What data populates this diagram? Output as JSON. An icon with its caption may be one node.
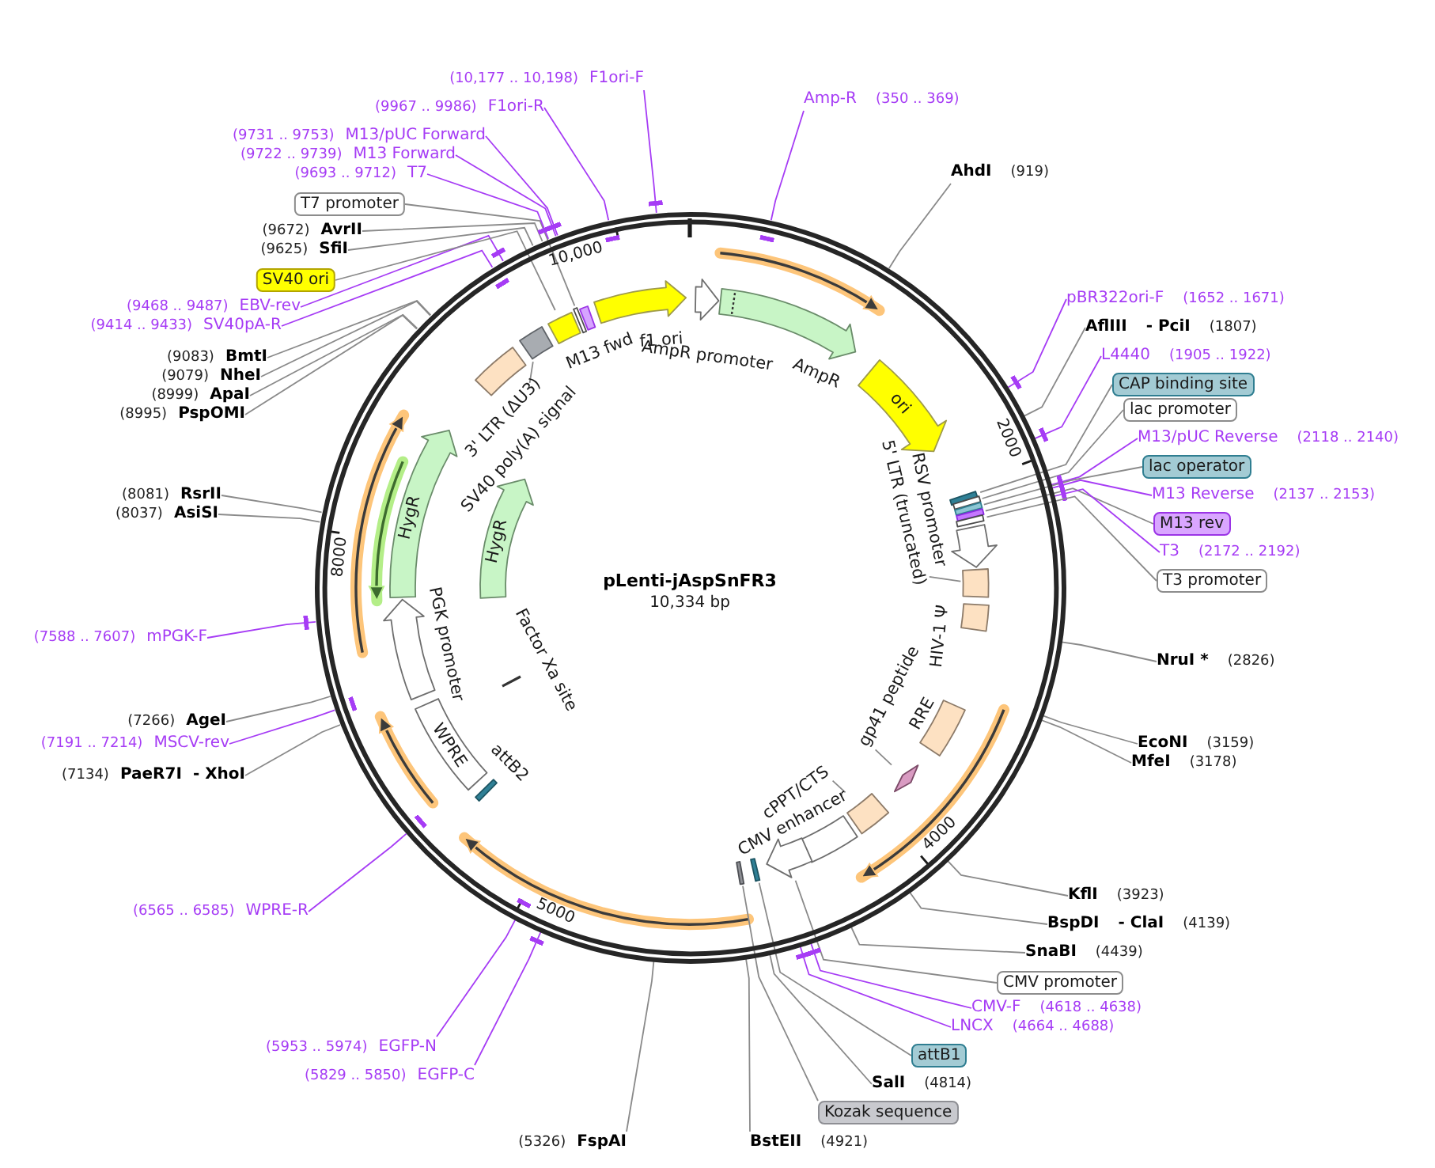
{
  "diagram": {
    "nodes": [
      {
        "text": [
          "pLenti-jAspSnFR3",
          "10,334 bp"
        ]
      },
      {
        "text": [
          "AmpR promoter"
        ],
        "in": 0
      },
      {
        "text": [
          "AmpR"
        ],
        "in": 0
      },
      {
        "text": [
          "ori"
        ],
        "in": 0
      },
      {
        "text": [],
        "shape": "bar",
        "in": 0
      },
      {
        "text": [],
        "shape": "bar",
        "in": 0
      },
      {
        "text": [],
        "shape": "bar",
        "in": 0
      },
      {
        "text": [],
        "shape": "bar",
        "in": 0
      },
      {
        "text": [],
        "shape": "bar",
        "in": 0
      },
      {
        "text": [
          "RSV promoter"
        ],
        "in": 0
      },
      {
        "text": [
          "5' LTR (truncated)"
        ],
        "in": 0
      },
      {
        "text": [],
        "shape": "box",
        "in": 0
      },
      {
        "text": [
          "HIV-1 Ψ"
        ],
        "in": 0
      },
      {
        "text": [
          "RRE"
        ],
        "in": 0
      },
      {
        "text": [
          "gp41 peptide"
        ],
        "in": 0
      },
      {
        "text": [],
        "shape": "diamond",
        "in": 0
      },
      {
        "text": [
          "cPPT/CTS"
        ],
        "in": 0
      },
      {
        "text": [],
        "shape": "box",
        "in": 0
      },
      {
        "text": [
          "CMV enhancer"
        ],
        "in": 0
      },
      {
        "text": [],
        "shape": "arrow",
        "in": 0
      },
      {
        "text": [],
        "shape": "bar",
        "in": 0
      },
      {
        "text": [],
        "shape": "bar",
        "in": 0
      },
      {
        "text": [
          "attB2"
        ],
        "in": 0
      },
      {
        "text": [
          "WPRE"
        ],
        "in": 0
      },
      {
        "text": [
          "Factor Xa site"
        ],
        "in": 0
      },
      {
        "text": [
          "PGK promoter"
        ],
        "in": 0
      },
      {
        "text": [
          "HygR"
        ],
        "in": 0
      },
      {
        "text": [
          "HygR"
        ],
        "in": 0
      },
      {
        "text": [
          "3' LTR (ΔU3)"
        ],
        "in": 0
      },
      {
        "text": [
          "SV40 poly(A) signal"
        ],
        "in": 0
      },
      {
        "text": [],
        "shape": "box",
        "in": 0
      },
      {
        "text": [],
        "shape": "box",
        "in": 0
      },
      {
        "text": [],
        "shape": "bar",
        "in": 0
      },
      {
        "text": [
          "M13 fwd"
        ],
        "in": 0
      },
      {
        "text": [
          "f1 ori"
        ],
        "in": 0
      },
      {
        "text": [
          "Amp-R",
          "(350 .. 369)"
        ]
      },
      {
        "text": [
          "AhdI",
          "(919)"
        ]
      },
      {
        "text": [
          "pBR322ori-F",
          "(1652 .. 1671)"
        ]
      },
      {
        "text": [
          "AflIII",
          "- PciI",
          "(1807)"
        ]
      },
      {
        "text": [
          "L4440",
          "(1905 .. 1922)"
        ]
      },
      {
        "text": [
          "CAP binding site"
        ]
      },
      {
        "text": [
          "lac promoter"
        ]
      },
      {
        "text": [
          "M13/pUC Reverse",
          "(2118 .. 2140)"
        ]
      },
      {
        "text": [
          "lac operator"
        ]
      },
      {
        "text": [
          "M13 Reverse",
          "(2137 .. 2153)"
        ]
      },
      {
        "text": [
          "M13 rev"
        ]
      },
      {
        "text": [
          "T3",
          "(2172 .. 2192)"
        ]
      },
      {
        "text": [
          "T3 promoter"
        ]
      },
      {
        "text": [
          "NruI *",
          "(2826)"
        ]
      },
      {
        "text": [
          "EcoNI",
          "(3159)"
        ]
      },
      {
        "text": [
          "MfeI",
          "(3178)"
        ]
      },
      {
        "text": [
          "KflI",
          "(3923)"
        ]
      },
      {
        "text": [
          "BspDI",
          "- ClaI",
          "(4139)"
        ]
      },
      {
        "text": [
          "SnaBI",
          "(4439)"
        ]
      },
      {
        "text": [
          "CMV promoter"
        ]
      },
      {
        "text": [
          "CMV-F",
          "(4618 .. 4638)"
        ]
      },
      {
        "text": [
          "LNCX",
          "(4664 .. 4688)"
        ]
      },
      {
        "text": [
          "attB1"
        ]
      },
      {
        "text": [
          "SalI",
          "(4814)"
        ]
      },
      {
        "text": [
          "Kozak sequence"
        ]
      },
      {
        "text": [
          "BstEII",
          "(4921)"
        ]
      },
      {
        "text": [
          "(5326)",
          "FspAI"
        ]
      },
      {
        "text": [
          "(5829 .. 5850)",
          "EGFP-C"
        ]
      },
      {
        "text": [
          "(5953 .. 5974)",
          "EGFP-N"
        ]
      },
      {
        "text": [
          "(6565 .. 6585)",
          "WPRE-R"
        ]
      },
      {
        "text": [
          "(7134)",
          "PaeR7I",
          "- XhoI"
        ]
      },
      {
        "text": [
          "(7191 .. 7214)",
          "MSCV-rev"
        ]
      },
      {
        "text": [
          "(7266)",
          "AgeI"
        ]
      },
      {
        "text": [
          "(7588 .. 7607)",
          "mPGK-F"
        ]
      },
      {
        "text": [
          "(8037)",
          "AsiSI"
        ]
      },
      {
        "text": [
          "(8081)",
          "RsrII"
        ]
      },
      {
        "text": [
          "(8995)",
          "PspOMI"
        ]
      },
      {
        "text": [
          "(8999)",
          "ApaI"
        ]
      },
      {
        "text": [
          "(9079)",
          "NheI"
        ]
      },
      {
        "text": [
          "(9083)",
          "BmtI"
        ]
      },
      {
        "text": [
          "(9414 .. 9433)",
          "SV40pA-R"
        ]
      },
      {
        "text": [
          "(9468 .. 9487)",
          "EBV-rev"
        ]
      },
      {
        "text": [
          "SV40 ori"
        ]
      },
      {
        "text": [
          "(9625)",
          "SfiI"
        ]
      },
      {
        "text": [
          "(9672)",
          "AvrII"
        ]
      },
      {
        "text": [
          "T7 promoter"
        ]
      },
      {
        "text": [
          "(9693 .. 9712)",
          "T7"
        ]
      },
      {
        "text": [
          "(9722 .. 9739)",
          "M13 Forward"
        ]
      },
      {
        "text": [
          "(9731 .. 9753)",
          "M13/pUC Forward"
        ]
      },
      {
        "text": [
          "(9967 .. 9986)",
          "F1ori-R"
        ]
      },
      {
        "text": [
          "(10,177 .. 10,198)",
          "F1ori-F"
        ]
      }
    ],
    "edges": [
      {
        "from": 10,
        "to": 11,
        "arrow": "none"
      },
      {
        "from": 14,
        "to": 15,
        "arrow": "none"
      },
      {
        "from": 16,
        "to": 17,
        "arrow": "none"
      },
      {
        "from": 29,
        "to": 30,
        "arrow": "none"
      },
      {
        "from": 35,
        "to": 0,
        "arrow": "other",
        "color": "#a63cf5"
      },
      {
        "from": 36,
        "to": 0,
        "arrow": "none"
      },
      {
        "from": 37,
        "to": 0,
        "arrow": "other",
        "color": "#a63cf5"
      },
      {
        "from": 38,
        "to": 0,
        "arrow": "none"
      },
      {
        "from": 39,
        "to": 0,
        "arrow": "other",
        "color": "#a63cf5"
      },
      {
        "from": 40,
        "to": 4,
        "arrow": "none"
      },
      {
        "from": 41,
        "to": 5,
        "arrow": "none"
      },
      {
        "from": 42,
        "to": 0,
        "arrow": "other",
        "color": "#a63cf5"
      },
      {
        "from": 43,
        "to": 6,
        "arrow": "none"
      },
      {
        "from": 44,
        "to": 0,
        "arrow": "other",
        "color": "#a63cf5"
      },
      {
        "from": 45,
        "to": 7,
        "arrow": "none"
      },
      {
        "from": 46,
        "to": 0,
        "arrow": "other",
        "color": "#a63cf5"
      },
      {
        "from": 47,
        "to": 8,
        "arrow": "none"
      },
      {
        "from": 48,
        "to": 0,
        "arrow": "none"
      },
      {
        "from": 49,
        "to": 0,
        "arrow": "none"
      },
      {
        "from": 50,
        "to": 0,
        "arrow": "none"
      },
      {
        "from": 51,
        "to": 0,
        "arrow": "none"
      },
      {
        "from": 52,
        "to": 0,
        "arrow": "none"
      },
      {
        "from": 53,
        "to": 0,
        "arrow": "none"
      },
      {
        "from": 54,
        "to": 19,
        "arrow": "none"
      },
      {
        "from": 55,
        "to": 0,
        "arrow": "other",
        "color": "#a63cf5"
      },
      {
        "from": 56,
        "to": 0,
        "arrow": "other",
        "color": "#a63cf5"
      },
      {
        "from": 57,
        "to": 20,
        "arrow": "none"
      },
      {
        "from": 58,
        "to": 0,
        "arrow": "none"
      },
      {
        "from": 59,
        "to": 21,
        "arrow": "none"
      },
      {
        "from": 60,
        "to": 0,
        "arrow": "none"
      },
      {
        "from": 61,
        "to": 0,
        "arrow": "none"
      },
      {
        "from": 62,
        "to": 0,
        "arrow": "other",
        "color": "#a63cf5"
      },
      {
        "from": 63,
        "to": 0,
        "arrow": "other",
        "color": "#a63cf5"
      },
      {
        "from": 64,
        "to": 0,
        "arrow": "other",
        "color": "#a63cf5"
      },
      {
        "from": 65,
        "to": 0,
        "arrow": "none"
      },
      {
        "from": 66,
        "to": 0,
        "arrow": "other",
        "color": "#a63cf5"
      },
      {
        "from": 67,
        "to": 0,
        "arrow": "none"
      },
      {
        "from": 68,
        "to": 0,
        "arrow": "other",
        "color": "#a63cf5"
      },
      {
        "from": 69,
        "to": 0,
        "arrow": "none"
      },
      {
        "from": 70,
        "to": 0,
        "arrow": "none"
      },
      {
        "from": 71,
        "to": 0,
        "arrow": "none"
      },
      {
        "from": 72,
        "to": 0,
        "arrow": "none"
      },
      {
        "from": 73,
        "to": 0,
        "arrow": "none"
      },
      {
        "from": 74,
        "to": 0,
        "arrow": "none"
      },
      {
        "from": 75,
        "to": 0,
        "arrow": "other",
        "color": "#a63cf5"
      },
      {
        "from": 76,
        "to": 0,
        "arrow": "other",
        "color": "#a63cf5"
      },
      {
        "from": 77,
        "to": 31,
        "arrow": "none"
      },
      {
        "from": 78,
        "to": 0,
        "arrow": "none"
      },
      {
        "from": 79,
        "to": 0,
        "arrow": "none"
      },
      {
        "from": 80,
        "to": 32,
        "arrow": "none"
      },
      {
        "from": 81,
        "to": 0,
        "arrow": "other",
        "color": "#a63cf5"
      },
      {
        "from": 82,
        "to": 0,
        "arrow": "other",
        "color": "#a63cf5"
      },
      {
        "from": 83,
        "to": 0,
        "arrow": "other",
        "color": "#a63cf5"
      },
      {
        "from": 84,
        "to": 0,
        "arrow": "other",
        "color": "#a63cf5"
      },
      {
        "from": 85,
        "to": 0,
        "arrow": "other",
        "color": "#a63cf5"
      }
    ],
    "labels": [
      "10,000",
      "2000",
      "8000",
      "4000",
      "5000"
    ]
  }
}
